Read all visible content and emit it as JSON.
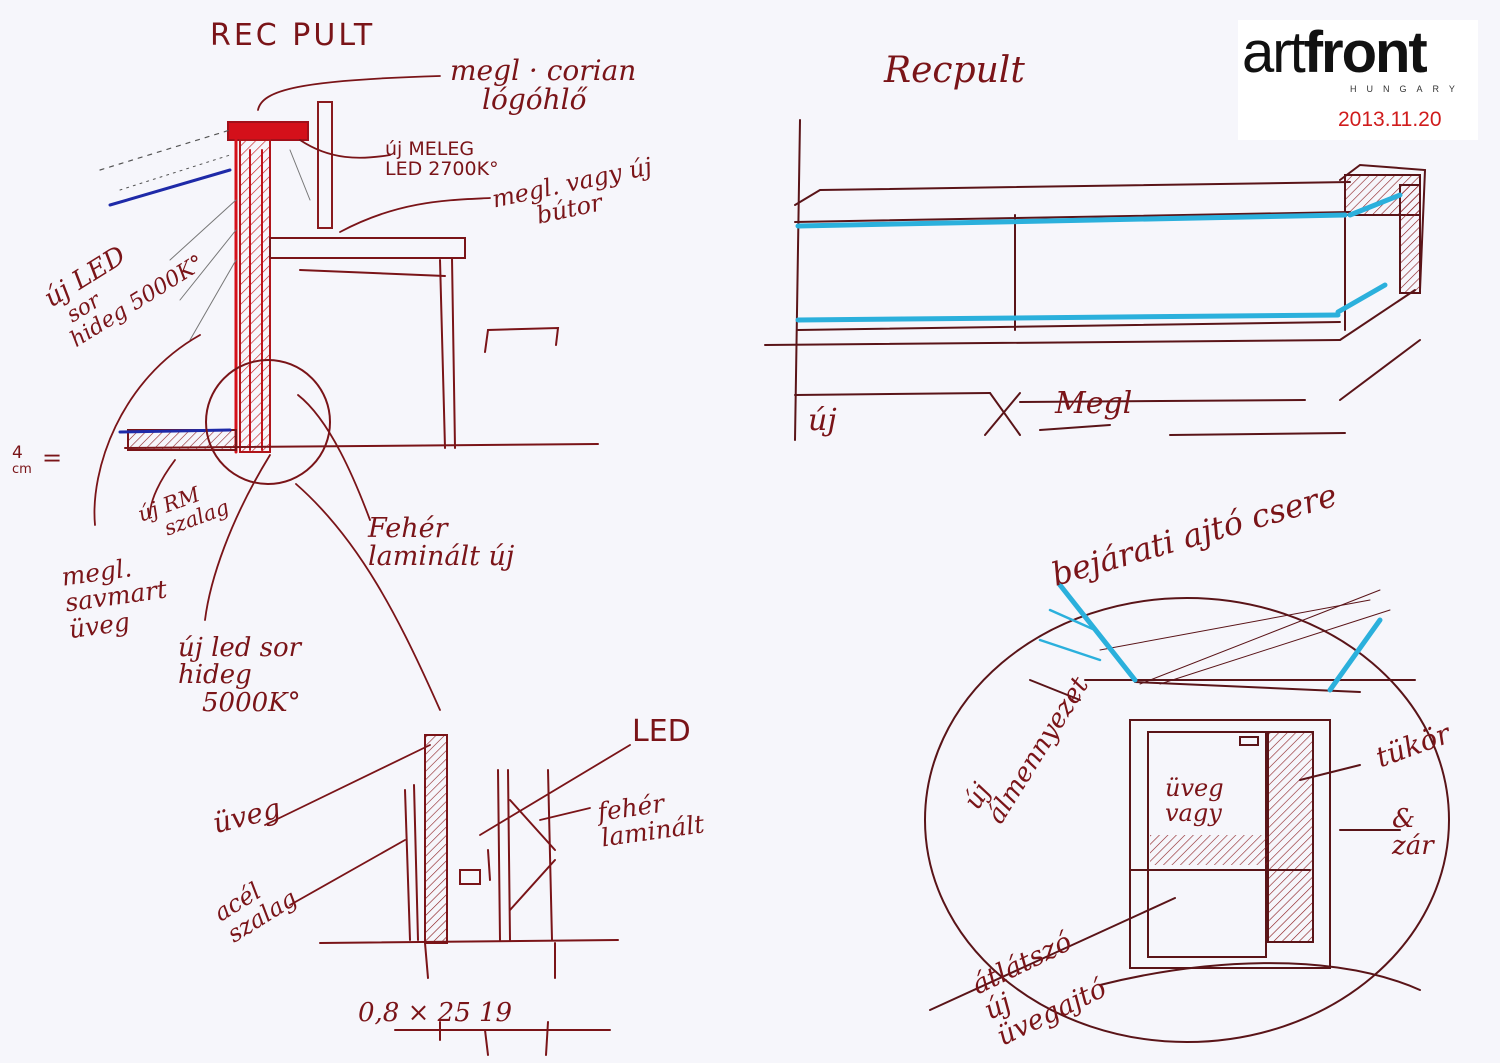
{
  "logo": {
    "word_regular": "art",
    "word_bold": "front",
    "sub": "HUNGARY",
    "date": "2013.11.20"
  },
  "labels": {
    "rec_pult": "REC PULT",
    "megl_corian_1": "megl · corian",
    "megl_corian_2": "lógóhlő",
    "uj_meleg_1": "új MELEG",
    "uj_meleg_2": "LED 2700K°",
    "megl_vagy_1": "megl. vagy új",
    "megl_vagy_2": "bútor",
    "uj_led_1": "új LED",
    "uj_led_2": "sor",
    "uj_led_3": "hideg 5000K°",
    "four_cm_1": "4",
    "four_cm_2": "cm",
    "uj_rm_1": "új RM",
    "uj_rm_2": "szalag",
    "megl_savmart_1": "megl.",
    "megl_savmart_2": "savmart",
    "megl_savmart_3": "üveg",
    "feher_lam_1": "Fehér",
    "feher_lam_2": "laminált új",
    "uj_ledsor_1": "új led sor",
    "uj_ledsor_2": "hideg",
    "uj_ledsor_3": "5000K°",
    "uveg": "üveg",
    "acel_1": "acél",
    "acel_2": "szalag",
    "led": "LED",
    "feher_lam2_1": "fehér",
    "feher_lam2_2": "laminált",
    "dims": "0,8 × 25 19",
    "recpult": "Recpult",
    "uj_dim": "új",
    "megl_dim": "Megl",
    "bejarati_1": "bejárati ajtó csere",
    "uj_al_1": "új",
    "uj_al_2": "álmennyezet",
    "uveg_vagy_1": "üveg",
    "uveg_vagy_2": "vagy",
    "tukor": "tükör",
    "zar_1": "&",
    "zar_2": "zár",
    "atlatszo_1": "átlátszó",
    "atlatszo_2": "új",
    "atlatszo_3": "üvegajtó"
  },
  "colors": {
    "ink": "#7a1418",
    "red": "#d4101a",
    "blue": "#1e2aa8",
    "cyan": "#2bb0dc",
    "pencil": "#555555"
  }
}
